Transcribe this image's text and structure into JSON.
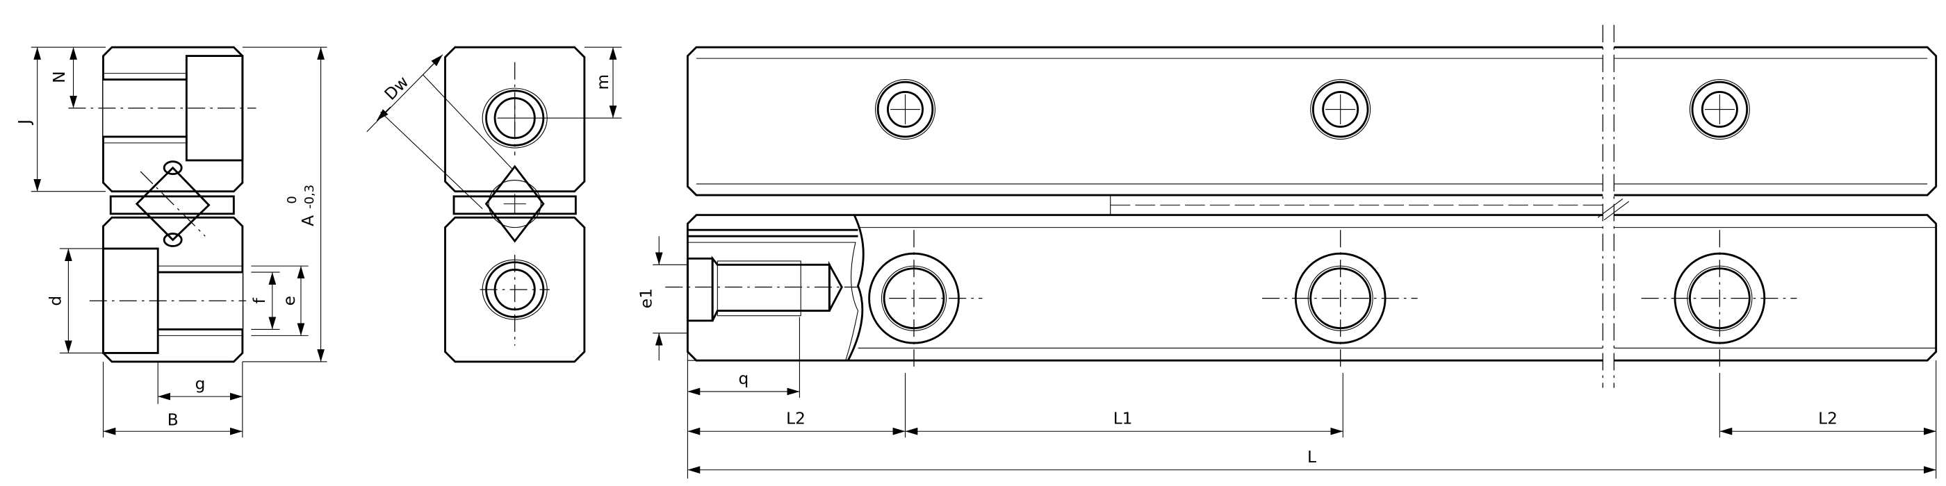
{
  "drawing": {
    "title": "Crossed roller guideway dimension drawing",
    "colors": {
      "line": "#000000",
      "background": "#ffffff"
    },
    "section_view": {
      "labels": {
        "J": "J",
        "N": "N",
        "d": "d",
        "f": "f",
        "e": "e",
        "g": "g",
        "B": "B",
        "A": "A",
        "A_tol_upper": "0",
        "A_tol_lower": "-0,3"
      }
    },
    "end_view": {
      "labels": {
        "Dw": "Dw",
        "m": "m"
      }
    },
    "rail_view": {
      "labels": {
        "e1": "e1",
        "q": "q",
        "L2_left": "L2",
        "L1": "L1",
        "L2_right": "L2",
        "L": "L"
      }
    }
  }
}
